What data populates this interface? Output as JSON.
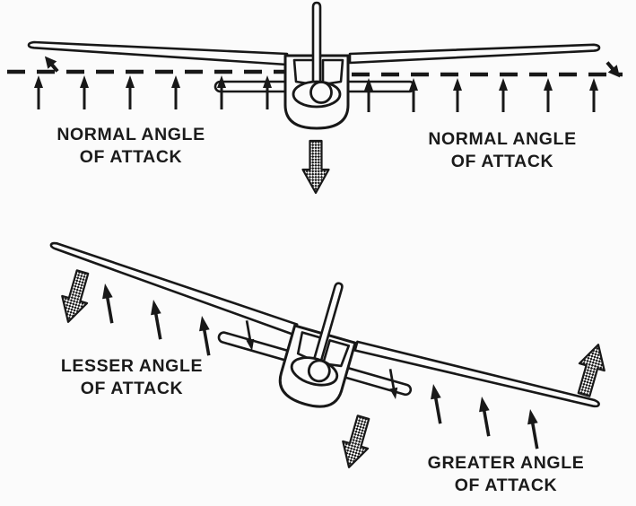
{
  "figure": {
    "background": "#fbfbfb",
    "ink": "#181818",
    "top_panel": {
      "left_label": {
        "line1": "NORMAL ANGLE",
        "line2": "OF ATTACK"
      },
      "right_label": {
        "line1": "NORMAL ANGLE",
        "line2": "OF ATTACK"
      }
    },
    "bottom_panel": {
      "left_label": {
        "line1": "LESSER ANGLE",
        "line2": "OF ATTACK"
      },
      "right_label": {
        "line1": "GREATER ANGLE",
        "line2": "OF ATTACK"
      }
    },
    "icons": {
      "lift_arrow": "thin solid upward arrow",
      "reduced_lift_arrow": "thin solid downward arrow",
      "relative_wind_arrow": "hatched block arrow",
      "chord_line": "horizontal dashed line",
      "flow_marker": "small solid angled arrow"
    }
  }
}
